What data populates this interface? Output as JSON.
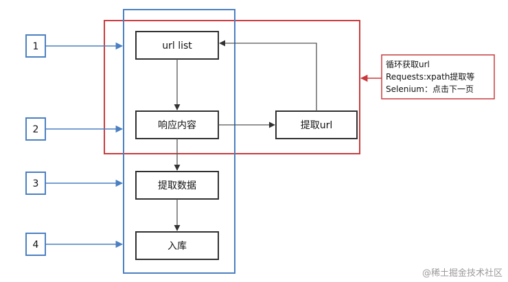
{
  "colors": {
    "blue": "#4a7fc1",
    "red": "#c8393c",
    "black": "#2f2f2f",
    "gray_arrow": "#555555"
  },
  "steps": [
    "1",
    "2",
    "3",
    "4"
  ],
  "boxes": {
    "url_list": "url list",
    "response": "响应内容",
    "extract_url": "提取url",
    "extract_data": "提取数据",
    "store": "入库"
  },
  "note": {
    "lines": [
      "循环获取url",
      "Requests:xpath提取等",
      "Selenium：点击下一页"
    ]
  },
  "watermark": "@稀土掘金技术社区"
}
